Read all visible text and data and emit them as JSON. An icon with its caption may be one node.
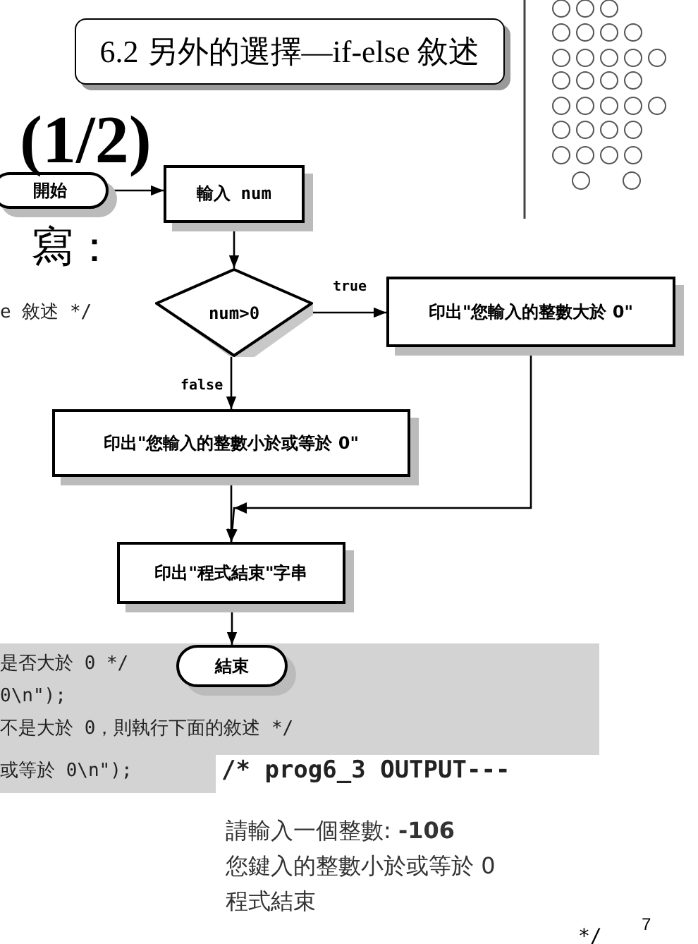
{
  "diagram": {
    "title": "(1/2)",
    "nodes": [
      {
        "text": [
          "開始"
        ]
      },
      {
        "text": [
          "輸入 num"
        ]
      },
      {
        "text": [
          "num>0"
        ]
      },
      {
        "text": [
          "印出\"您輸入的整數大於 0\""
        ]
      },
      {
        "text": [
          "印出\"您輸入的整數小於或等於 0\""
        ]
      },
      {
        "text": [
          "印出\"程式結束\"字串"
        ]
      },
      {
        "text": [
          "結束"
        ]
      },
      {
        "text": [
          "6.2 另外的選擇—if-else 敘述"
        ]
      }
    ],
    "edges": [
      {
        "from": 0,
        "to": 1,
        "arrow": "to"
      },
      {
        "from": 1,
        "to": 2,
        "arrow": "to"
      },
      {
        "from": 2,
        "to": 3,
        "arrow": "to",
        "label": "true"
      },
      {
        "from": 2,
        "to": 4,
        "arrow": "to",
        "label": "false"
      },
      {
        "from": 3,
        "to": 5,
        "arrow": "to"
      },
      {
        "from": 4,
        "to": 5,
        "arrow": "to"
      },
      {
        "from": 5,
        "to": 6,
        "arrow": "to"
      }
    ],
    "labels": [
      "寫：",
      "e 敘述 */",
      "是否大於 0 */",
      "0\\n\");",
      "不是大於 0，則執行下面的敘述 */",
      "或等於 0\\n\");",
      "/* prog6_3 OUTPUT---",
      "請輸入一個整數: **-106**",
      "您鍵入的整數小於或等於 0",
      "程式結束",
      "*/",
      "7"
    ]
  }
}
